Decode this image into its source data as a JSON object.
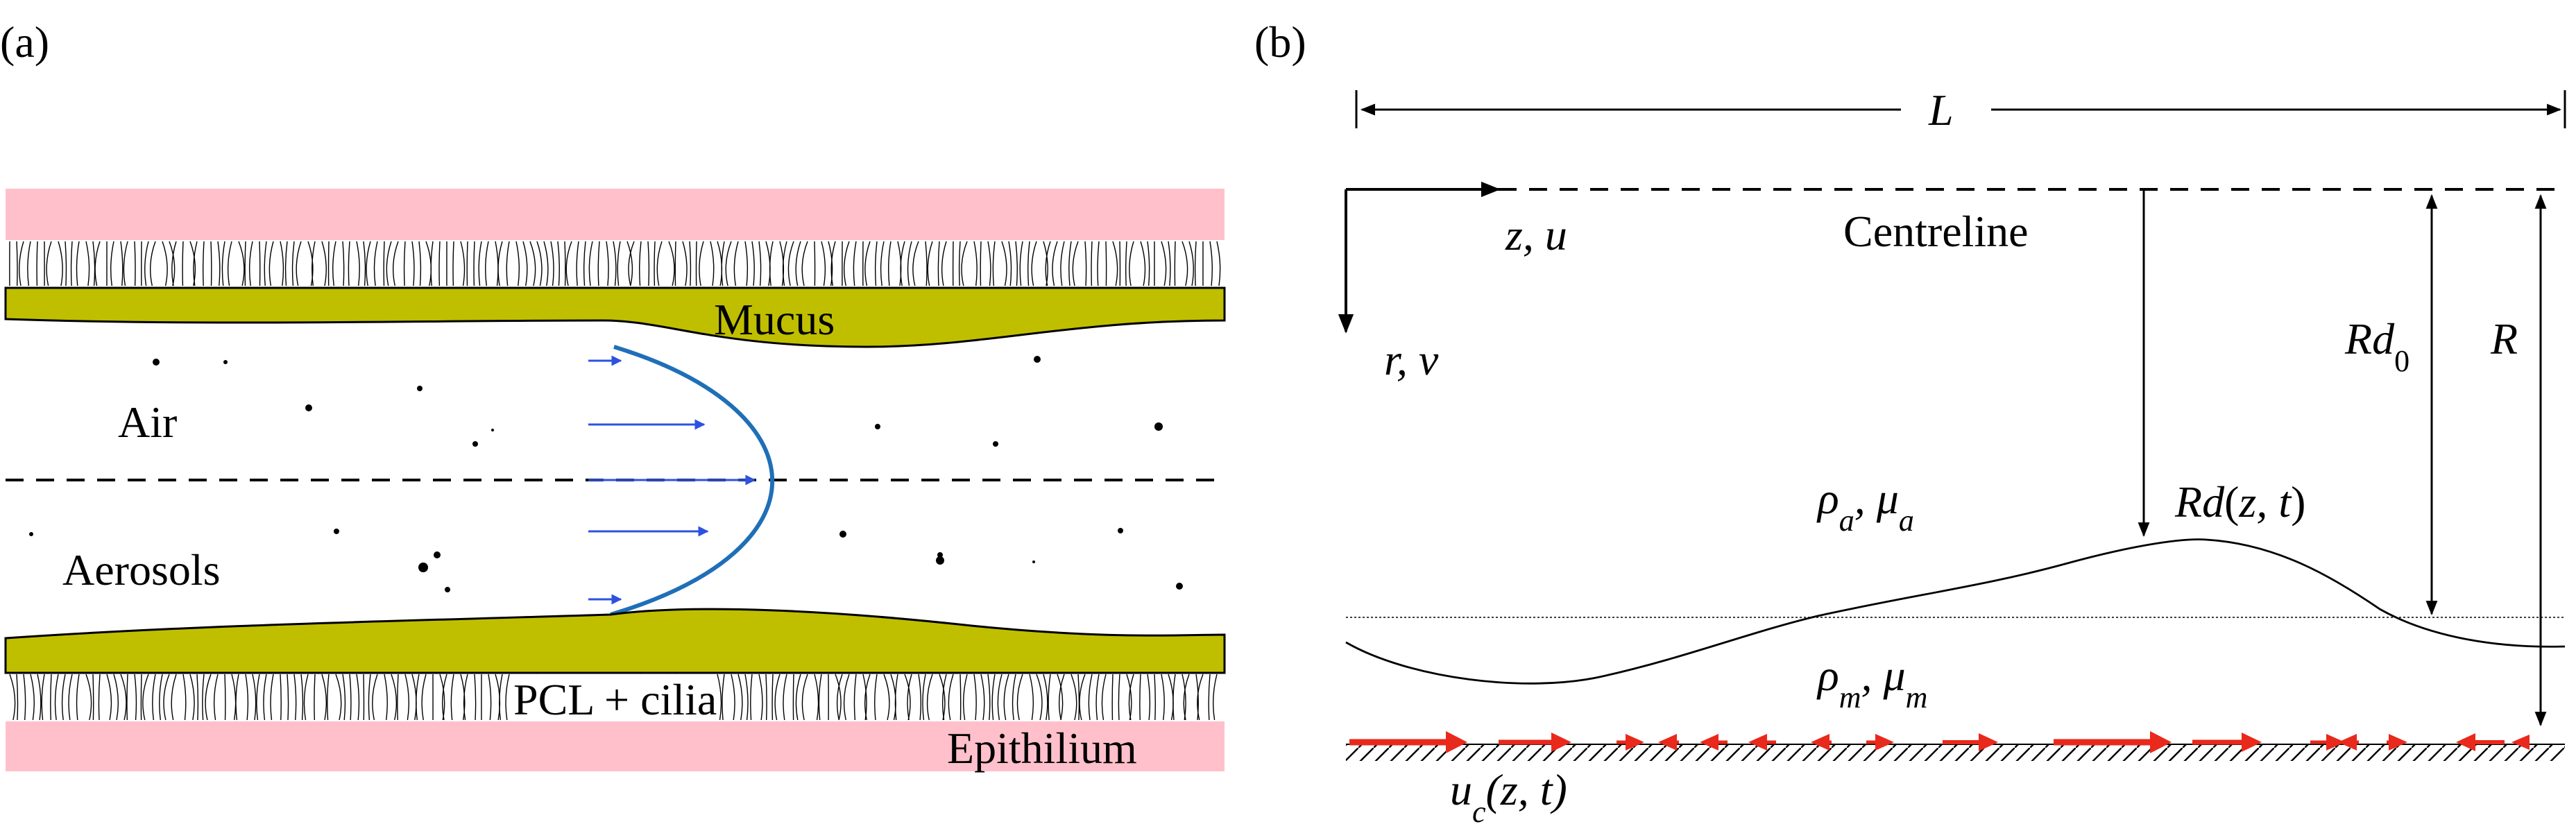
{
  "panel_a": {
    "label": "(a)",
    "labels": {
      "mucus": "Mucus",
      "air": "Air",
      "aerosols": "Aerosols",
      "pcl": "PCL + cilia",
      "epithelium": "Epithilium"
    },
    "colors": {
      "epithelium": "#ffc0cb",
      "mucus": "#bfbf00",
      "flow_arrow": "#2d52e0",
      "velocity_profile": "#1f6fb8"
    }
  },
  "panel_b": {
    "label": "(b)",
    "labels": {
      "length": "L",
      "centreline": "Centreline",
      "axial_coord": "z, u",
      "radial_coord": "r, v",
      "air_props": "ρa, μa",
      "mucus_props": "ρm, μm",
      "interface": "Rd(z, t)",
      "rd0": "Rd0",
      "radius": "R",
      "cilia_velocity": "uc(z, t)"
    },
    "colors": {
      "cilia_arrow": "#e8291c"
    }
  }
}
